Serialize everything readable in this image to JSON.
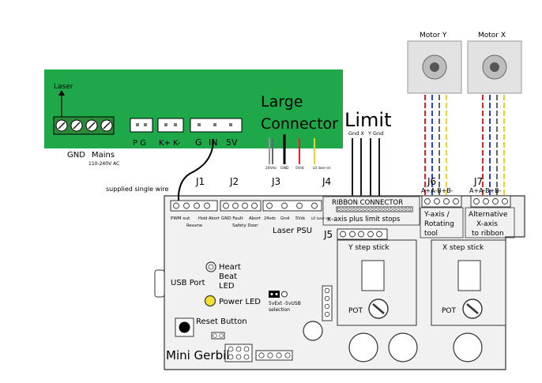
{
  "psu": {
    "laser_label": "Laser",
    "gnd_label": "GND",
    "mains_label": "Mains",
    "mains_sub": "110-240V AC",
    "pg_label": "P G",
    "kk_label": "K+ K-",
    "g_label": "G",
    "in_label": "IN",
    "v5_label": "5V",
    "color": "#1ea84a"
  },
  "large_connector": {
    "line1": "Large",
    "line2": "Connector"
  },
  "limit": {
    "title": "Limit",
    "gnd_x": "Gnd X",
    "y_gnd": "Y Gnd"
  },
  "wire_labels": {
    "w24": "24Vdc",
    "gnd": "GND",
    "w5": "5Vdc",
    "lo": "LO laser on"
  },
  "motors": {
    "motor_y": "Motor Y",
    "motor_x": "Motor X",
    "wire_colors": [
      "#e0242a",
      "#2b3fd6",
      "#666666",
      "#f2d41c"
    ]
  },
  "board": {
    "supplied_wire": "supplied single wire",
    "j1": "J1",
    "j2": "J2",
    "j3": "J3",
    "j4": "J4",
    "j5": "J5",
    "j6": "J6",
    "j7": "J7",
    "pwm_out": "PWM out",
    "hold_abort": "Hold Abort",
    "resume": "Resume",
    "gnd_fault": "GND Fault",
    "abort": "Abort",
    "safety_door": "Safety Door",
    "j3_24": "24vdc",
    "j3_gnd": "Gnd",
    "j3_5": "5Vdc",
    "j3_lo": "LO laser on",
    "laser_psu": "Laser PSU",
    "ribbon": "RIBBON CONNECTOR",
    "xaxis_stops": "x-axis plus limit stops",
    "j6_pins": "A+A-B+B-",
    "j7_pins": "A+A-B+B-",
    "y_axis": "Y-axis /",
    "rotating": "Rotating",
    "tool": "tool",
    "alternative": "Alternative",
    "x_axis": "X-axis",
    "to_ribbon": "to ribbon",
    "y_step": "Y step stick",
    "x_step": "X step stick",
    "pot1": "POT",
    "pot2": "POT",
    "heart": "Heart",
    "beat": "Beat",
    "led": "LED",
    "usb_port": "USB Port",
    "power_led": "Power LED",
    "svext": "5vExt -5vUSB",
    "selection": "selection",
    "reset": "Reset Button",
    "mini_gerbil": "Mini Gerbil"
  }
}
